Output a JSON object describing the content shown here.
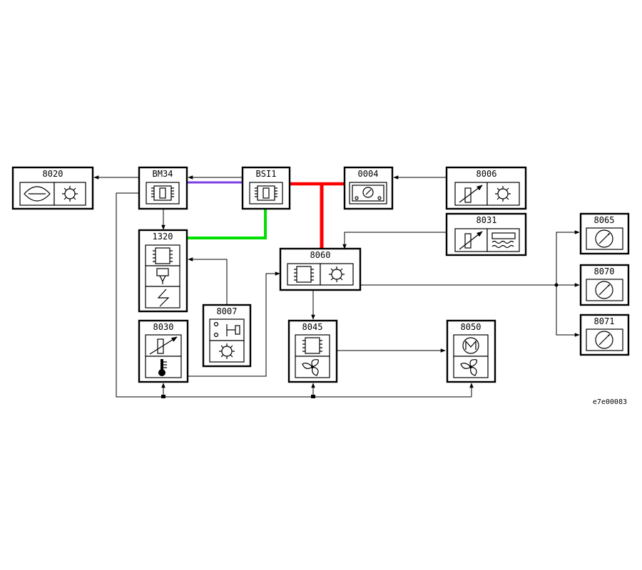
{
  "diagram": {
    "reference": "e7e00083",
    "components": {
      "c8020": "8020",
      "bm34": "BM34",
      "bsi1": "BSI1",
      "c0004": "0004",
      "c8006": "8006",
      "c8031": "8031",
      "c8065": "8065",
      "c1320": "1320",
      "c8060": "8060",
      "c8070": "8070",
      "c8030": "8030",
      "c8007": "8007",
      "c8045": "8045",
      "c8050": "8050",
      "c8071": "8071"
    },
    "bus_colors": {
      "bm34_bsi1": "#7b3fe4",
      "bsi1_0004_8060": "#ff0000",
      "bsi1_1320": "#00e000"
    }
  }
}
